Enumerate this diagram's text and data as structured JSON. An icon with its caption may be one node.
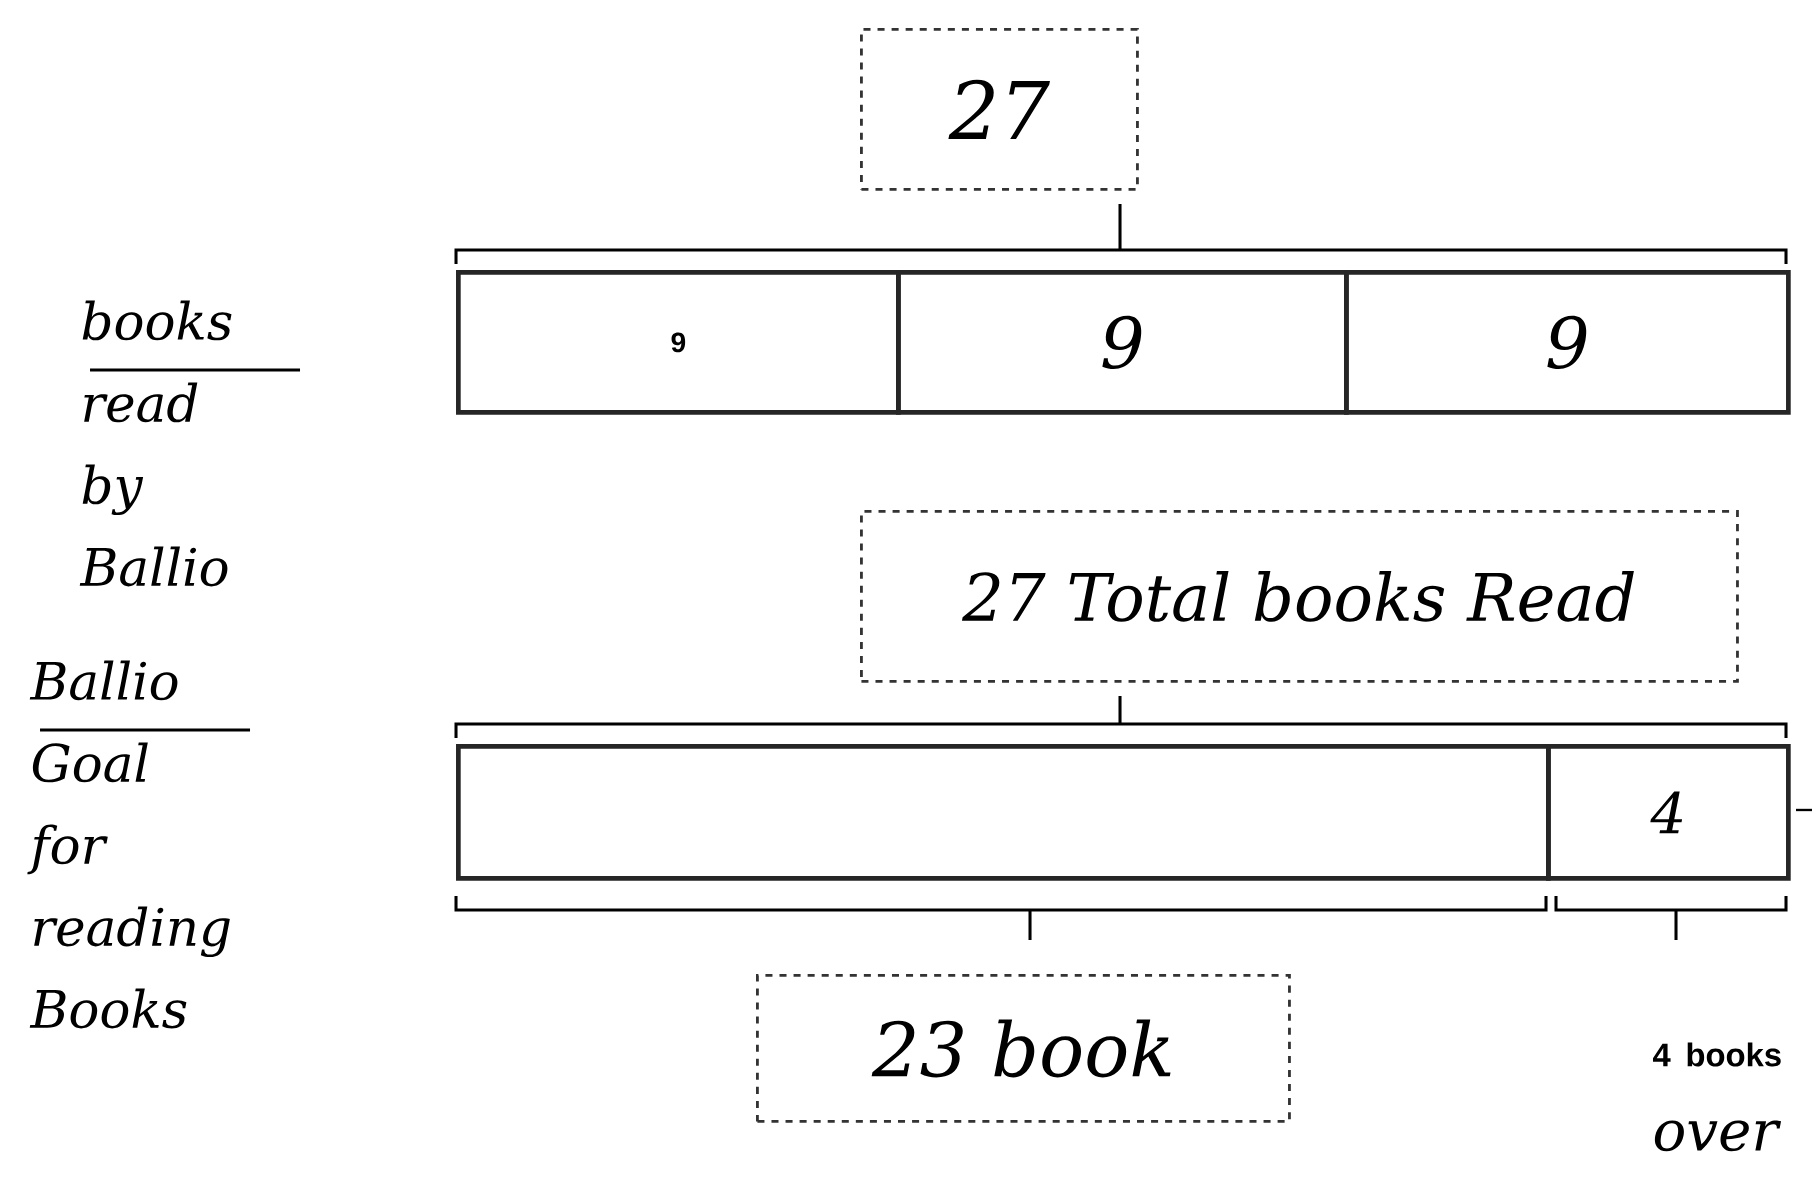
{
  "diagram": {
    "nodes": [
      {
        "text": [
          "27"
        ]
      },
      {
        "text": [
          "9"
        ]
      },
      {
        "text": [
          "9"
        ]
      },
      {
        "text": [
          "9"
        ]
      },
      {
        "text": [
          "27 Total books Read"
        ]
      },
      {
        "text": [],
        "shape": "bar"
      },
      {
        "text": [
          "4"
        ]
      },
      {
        "text": [
          "23 book"
        ]
      }
    ],
    "labels": [
      "books read by Ballio",
      "Ballio Goal for reading Books",
      "4 books",
      "over"
    ]
  }
}
